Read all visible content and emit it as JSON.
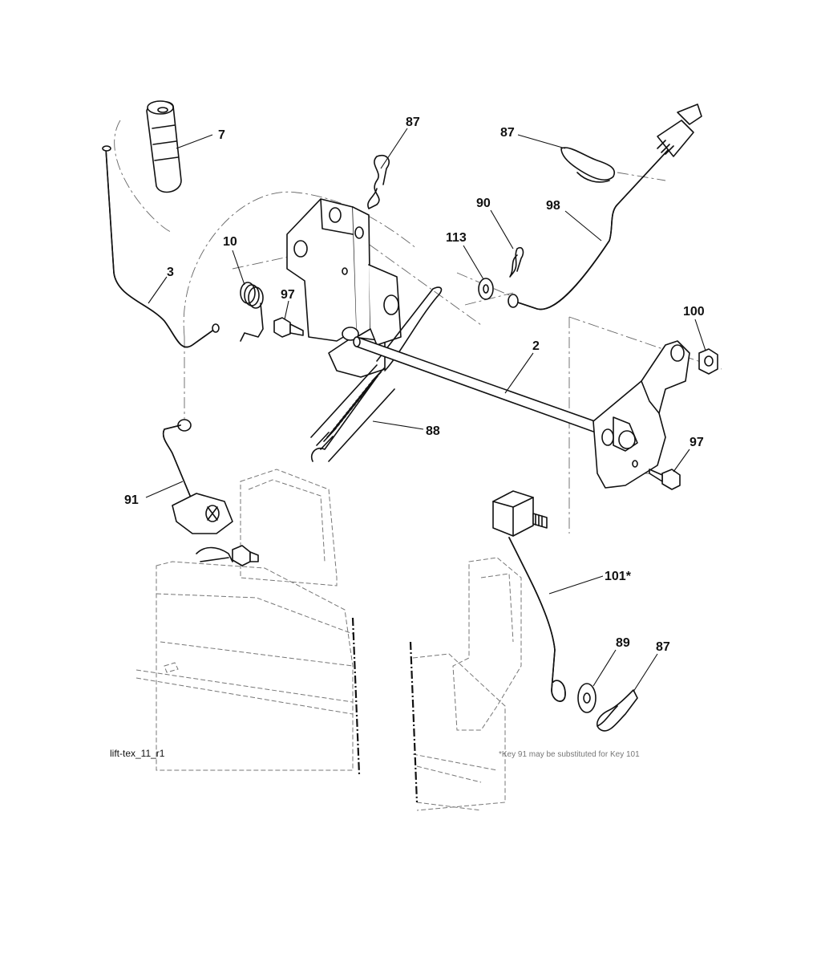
{
  "diagram": {
    "caption": "lift-tex_11_r1",
    "note": "*Key 91 may be substituted for Key 101",
    "callouts": {
      "c7": "7",
      "c87a": "87",
      "c87b": "87",
      "c87c": "87",
      "c3": "3",
      "c10": "10",
      "c97a": "97",
      "c97b": "97",
      "c90": "90",
      "c113": "113",
      "c98": "98",
      "c100": "100",
      "c2": "2",
      "c88": "88",
      "c91": "91",
      "c101": "101*",
      "c89": "89"
    }
  }
}
